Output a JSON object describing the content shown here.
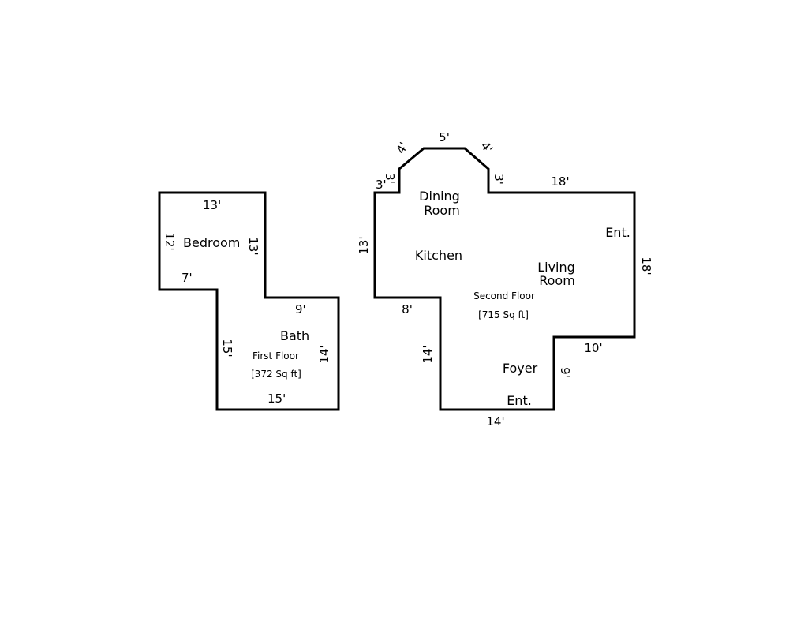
{
  "first_floor": {
    "title": "First Floor",
    "area": "[372 Sq ft]",
    "rooms": {
      "bedroom": "Bedroom",
      "bath": "Bath"
    },
    "dims": {
      "bedroom_top": "13'",
      "bedroom_left": "12'",
      "bedroom_right": "13'",
      "bedroom_bottom": "7'",
      "bath_top": "9'",
      "bath_left": "15'",
      "bath_right": "14'",
      "bath_bottom": "15'"
    }
  },
  "second_floor": {
    "title": "Second Floor",
    "area": "[715 Sq ft]",
    "rooms": {
      "dining_line1": "Dining",
      "dining_line2": "Room",
      "kitchen": "Kitchen",
      "living_line1": "Living",
      "living_line2": "Room",
      "foyer": "Foyer"
    },
    "entrances": {
      "right": "Ent.",
      "bottom": "Ent."
    },
    "dims": {
      "left_step": "3'",
      "left_vertical_upper": "3'",
      "left_diagonal": "4'",
      "top": "5'",
      "right_diagonal": "4'",
      "right_vertical_upper": "3'",
      "top_right": "18'",
      "left_wall": "13'",
      "right_wall": "18'",
      "inner_step": "8'",
      "inner_vertical": "14'",
      "bottom": "14'",
      "foyer_right": "9'",
      "bottom_right": "10'"
    }
  }
}
